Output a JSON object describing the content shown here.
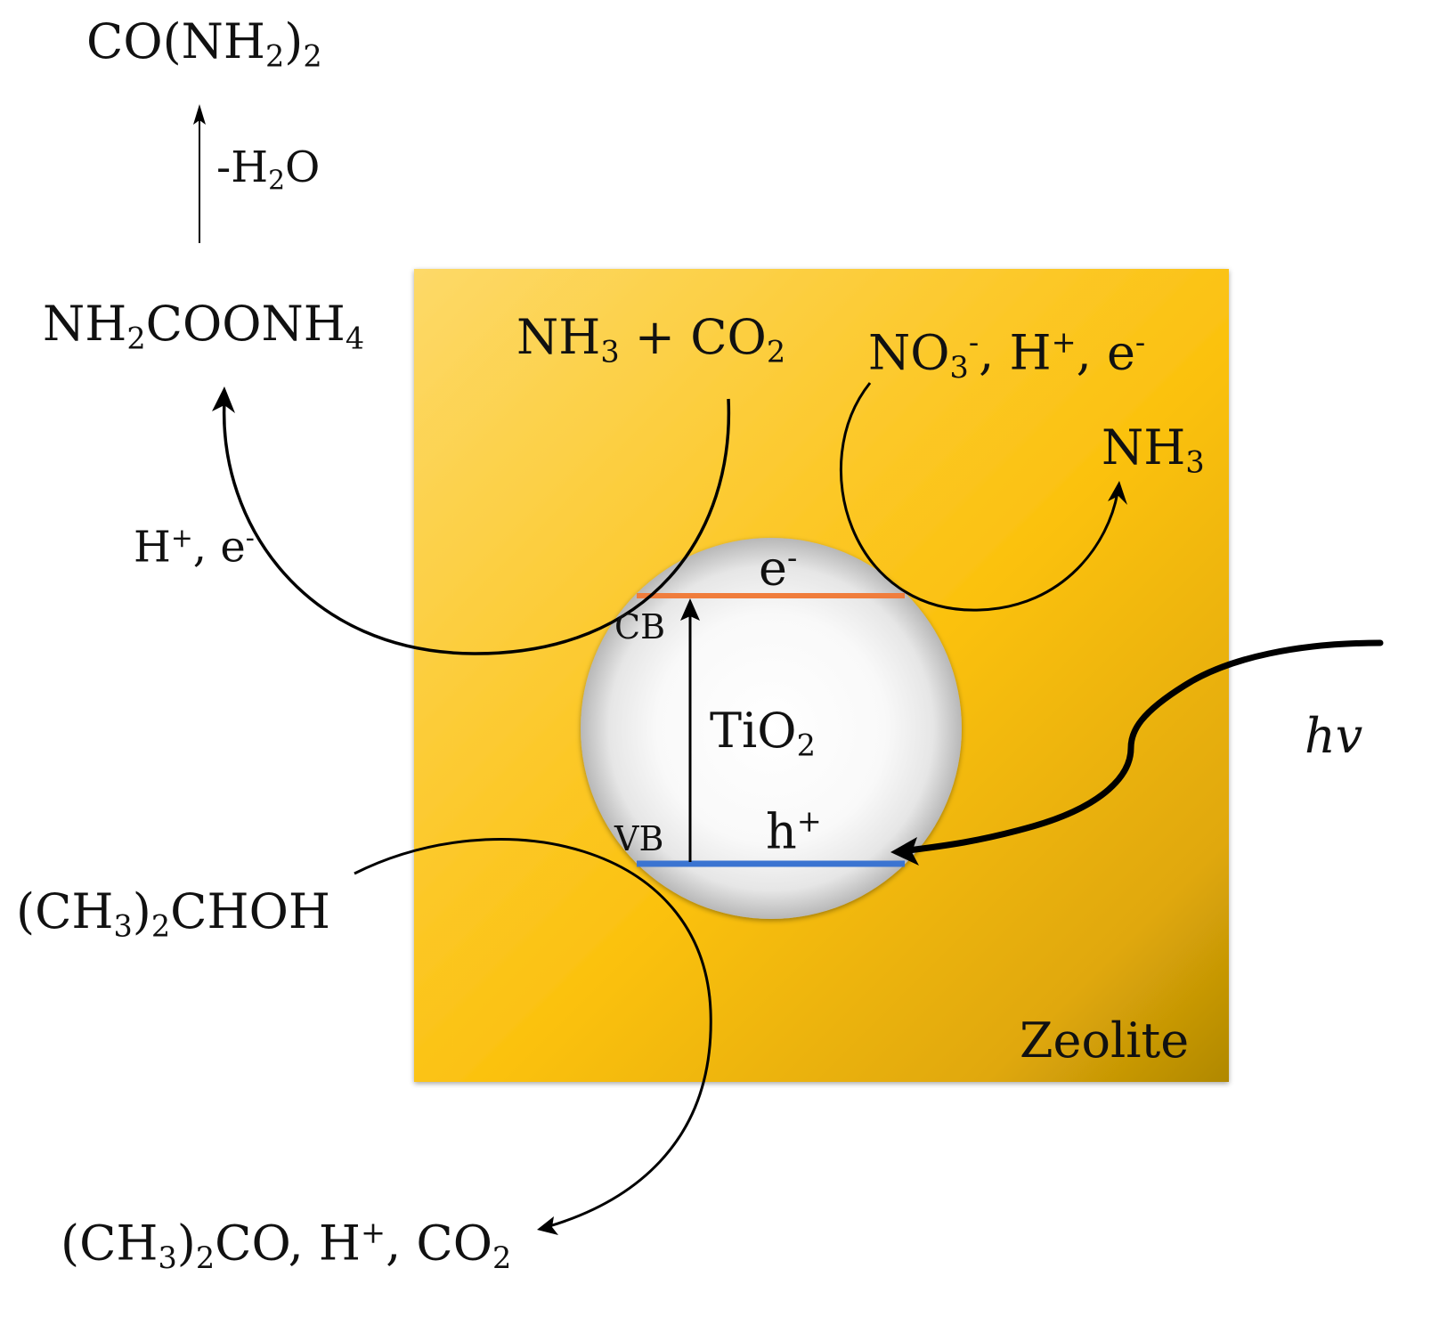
{
  "labels": {
    "urea": {
      "base": "CO(NH",
      "sub1": "2",
      "mid": ")",
      "sub2": "2"
    },
    "dehydration": {
      "pre": "-H",
      "sub": "2",
      "post": "O"
    },
    "carbamate": {
      "base": "NH",
      "sub1": "2",
      "mid": "COONH",
      "sub2": "4"
    },
    "nh3_co2": {
      "a": "NH",
      "sub1": "3",
      "b": " + CO",
      "sub2": "2"
    },
    "nitrate": {
      "a": "NO",
      "sub": "3",
      "sup1": "-",
      "b": ", H",
      "sup2": "+",
      "c": ", e",
      "sup3": "-"
    },
    "nh3_product": {
      "a": "NH",
      "sub": "3"
    },
    "h_e_left": {
      "a": "H",
      "sup1": "+",
      "b": ", e",
      "sup2": "-"
    },
    "electron": {
      "a": "e",
      "sup": "-"
    },
    "cb": "CB",
    "vb": "VB",
    "tio2": {
      "a": "TiO",
      "sub": "2"
    },
    "hole": {
      "a": "h",
      "sup": "+"
    },
    "photon": "hv",
    "isopropanol": {
      "a": "(CH",
      "sub1": "3",
      "b": ")",
      "sub2": "2",
      "c": "CHOH"
    },
    "oxidation_products": {
      "a": "(CH",
      "sub1": "3",
      "b": ")",
      "sub2": "2",
      "c": "CO, H",
      "sup": "+",
      "d": ", CO",
      "sub3": "2"
    },
    "zeolite": "Zeolite"
  },
  "colors": {
    "zeolite_light": "#fdd665",
    "zeolite_mid": "#fbc10e",
    "zeolite_dark": "#b88e05",
    "sphere_light": "#ffffff",
    "sphere_dark": "#bcbcbc",
    "conduction_band": "#f07d3c",
    "valence_band": "#3b74d1",
    "arrow": "#000000"
  }
}
